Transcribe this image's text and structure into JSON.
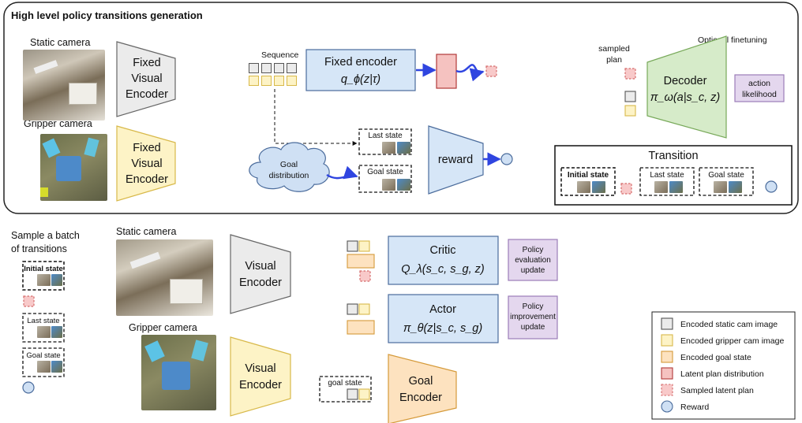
{
  "title": "High level policy transitions generation",
  "top": {
    "static_camera": "Static camera",
    "gripper_camera": "Gripper camera",
    "fixed_encoder_1": [
      "Fixed",
      "Visual",
      "Encoder"
    ],
    "fixed_encoder_2": [
      "Fixed",
      "Visual",
      "Encoder"
    ],
    "sequence": "Sequence",
    "fixed_encoder_box": "Fixed encoder",
    "fixed_encoder_formula": "q_ϕ(z|τ)",
    "last_state": "Last state",
    "goal_state": "Goal state",
    "goal_distribution": [
      "Goal",
      "distribution"
    ],
    "reward": "reward",
    "optional_finetuning": "Optional finetuning",
    "sampled_plan": [
      "sampled",
      "plan"
    ],
    "decoder": "Decoder",
    "decoder_formula": "π_ω(a|s_c, z)",
    "action_likelihood": [
      "action",
      "likelihood"
    ],
    "transition": "Transition",
    "initial_state": "Initial state",
    "transition_last_state": "Last state",
    "transition_goal_state": "Goal state"
  },
  "bottom": {
    "sample_batch": [
      "Sample a batch",
      "of transitions"
    ],
    "initial_state": "Initial state",
    "last_state": "Last state",
    "goal_state": "Goal state",
    "static_camera": "Static camera",
    "gripper_camera": "Gripper camera",
    "visual_encoder_1": [
      "Visual",
      "Encoder"
    ],
    "visual_encoder_2": [
      "Visual",
      "Encoder"
    ],
    "critic": "Critic",
    "critic_formula": "Q_λ(s_c, s_g, z)",
    "policy_eval": [
      "Policy",
      "evaluation",
      "update"
    ],
    "actor": "Actor",
    "actor_formula": "π_θ(z|s_c, s_g)",
    "policy_improve": [
      "Policy",
      "improvement",
      "update"
    ],
    "goal_state_small": "goal state",
    "goal_encoder": [
      "Goal",
      "Encoder"
    ]
  },
  "legend": {
    "items": [
      {
        "label": "Encoded static cam image",
        "color": "#ebebeb",
        "stroke": "#555555",
        "shape": "square"
      },
      {
        "label": "Encoded gripper cam image",
        "color": "#fdf3c6",
        "stroke": "#d8b94a",
        "shape": "square"
      },
      {
        "label": "Encoded goal state",
        "color": "#fde2bf",
        "stroke": "#d59a3a",
        "shape": "square"
      },
      {
        "label": "Latent plan distribution",
        "color": "#f5c2c0",
        "stroke": "#b23a3a",
        "shape": "square"
      },
      {
        "label": "Sampled latent plan",
        "color": "#f8c9c9",
        "stroke": "#d46a6a",
        "shape": "dashed-square"
      },
      {
        "label": "Reward",
        "color": "#cfe0f4",
        "stroke": "#4b6c9c",
        "shape": "circle"
      }
    ]
  },
  "colors": {
    "gray_fill": "#ebebeb",
    "gray_stroke": "#666666",
    "yellow_fill": "#fdf3c6",
    "yellow_stroke": "#d8b94a",
    "blue_fill": "#d6e6f7",
    "blue_stroke": "#4b6c9c",
    "green_fill": "#d6ebc9",
    "green_stroke": "#78a95a",
    "purple_fill": "#e4d7ee",
    "purple_stroke": "#9b7db8",
    "orange_fill": "#fde2bf",
    "orange_stroke": "#d59a3a",
    "red_fill": "#f5c2c0",
    "red_stroke": "#b23a3a",
    "arrow_blue": "#2f45e0"
  }
}
